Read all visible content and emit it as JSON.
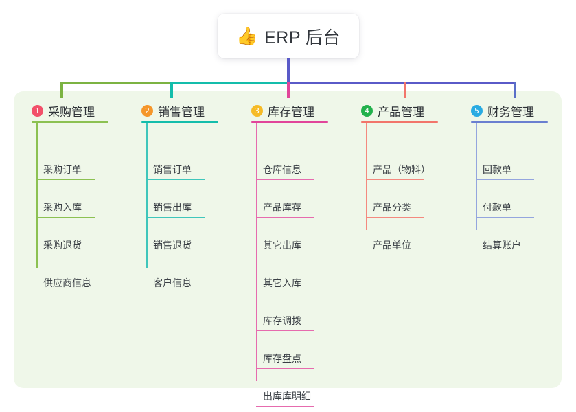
{
  "root": {
    "icon": "thumbs-up-icon",
    "emoji": "👍",
    "label": "ERP 后台"
  },
  "palette": {
    "panel_bg": "#eff7e9",
    "root_stem": "#5a5ac8",
    "bus_green": "#7cb342",
    "bus_teal": "#14bdab",
    "bus_blue": "#5a5ac8"
  },
  "columns": [
    {
      "number": "1",
      "title": "采购管理",
      "badge_color": "#f2506a",
      "rule_color": "#8cc152",
      "line_color": "#8cc152",
      "drop_color": "#7cb342",
      "items": [
        "采购订单",
        "采购入库",
        "采购退货",
        "供应商信息"
      ]
    },
    {
      "number": "2",
      "title": "销售管理",
      "badge_color": "#f5962a",
      "rule_color": "#14bdab",
      "line_color": "#3fc6bb",
      "drop_color": "#14bdab",
      "items": [
        "销售订单",
        "销售出库",
        "销售退货",
        "客户信息"
      ]
    },
    {
      "number": "3",
      "title": "库存管理",
      "badge_color": "#f6bb27",
      "rule_color": "#e1459a",
      "line_color": "#e66bae",
      "drop_color": "#e1459a",
      "items": [
        "仓库信息",
        "产品库存",
        "其它出库",
        "其它入库",
        "库存调拨",
        "库存盘点",
        "出库库明细"
      ]
    },
    {
      "number": "4",
      "title": "产品管理",
      "badge_color": "#22b14c",
      "rule_color": "#f2756b",
      "line_color": "#f4897f",
      "drop_color": "#f2756b",
      "items": [
        "产品（物料）",
        "产品分类",
        "产品单位"
      ]
    },
    {
      "number": "5",
      "title": "财务管理",
      "badge_color": "#29abe2",
      "rule_color": "#6a7fd0",
      "line_color": "#94a5de",
      "drop_color": "#5a6fc8",
      "items": [
        "回款单",
        "付款单",
        "结算账户"
      ]
    }
  ]
}
